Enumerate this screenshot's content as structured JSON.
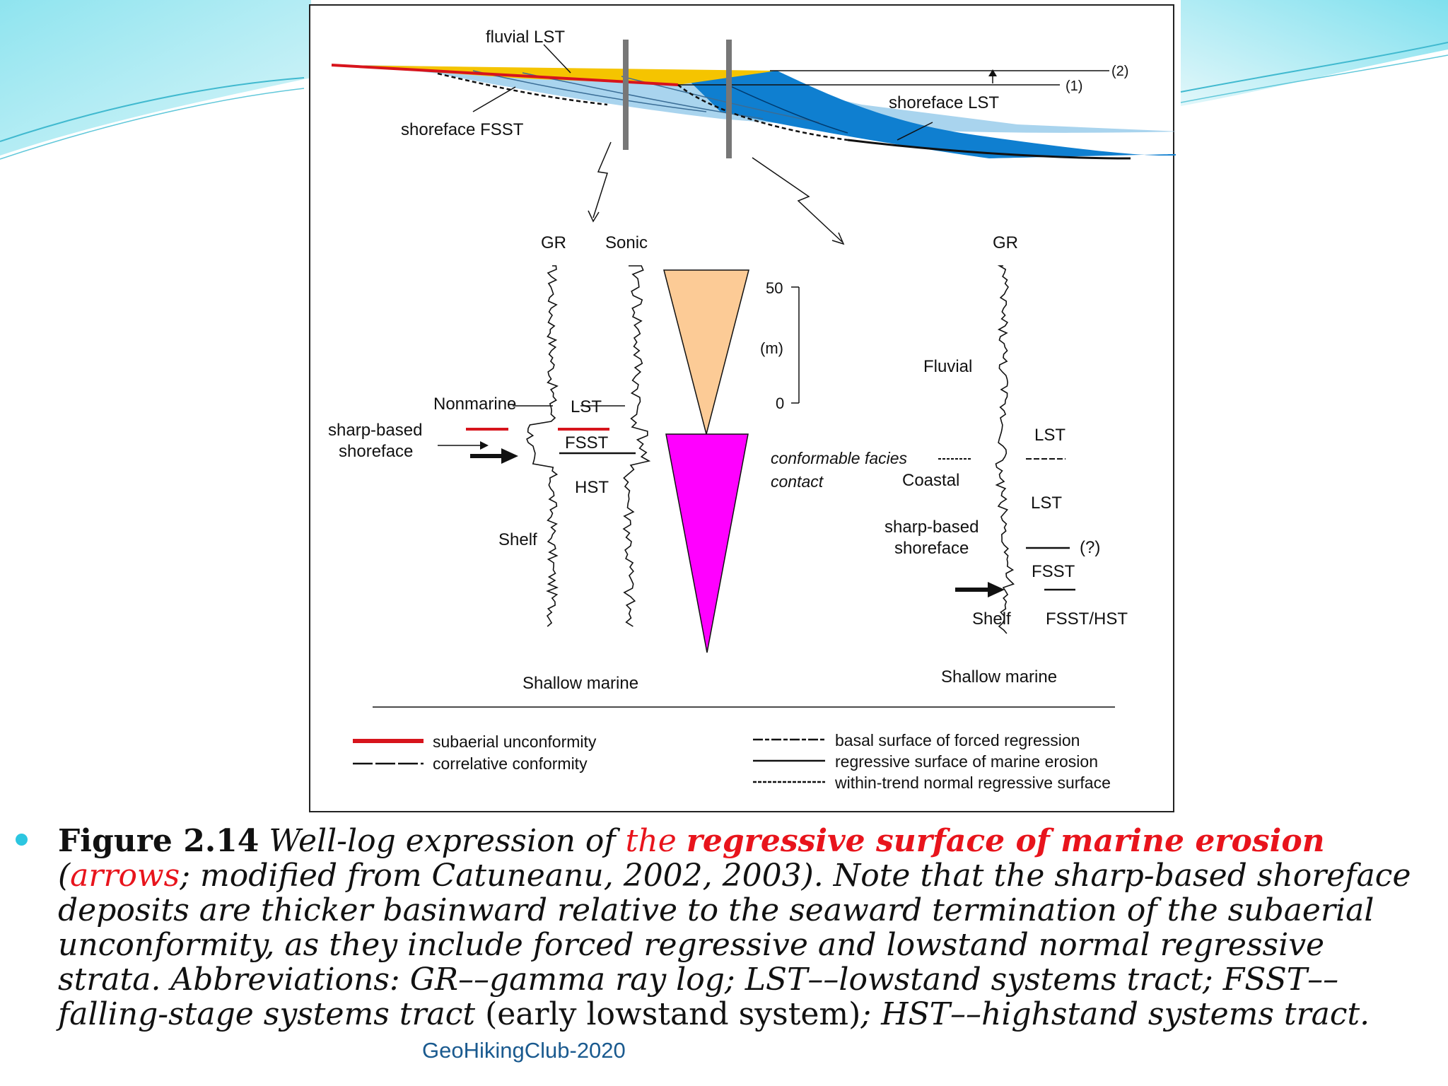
{
  "figure": {
    "top_diagram": {
      "fluvial_lst": "fluvial LST",
      "shoreface_fsst": "shoreface FSST",
      "shoreface_lst": "shoreface LST",
      "level_2": "(2)",
      "level_1": "(1)"
    },
    "left_log": {
      "gr": "GR",
      "sonic": "Sonic",
      "nonmarine": "Nonmarine",
      "lst": "LST",
      "fsst": "FSST",
      "hst": "HST",
      "shelf": "Shelf",
      "sharp_based_1": "sharp-based",
      "sharp_based_2": "shoreface",
      "environment": "Shallow marine"
    },
    "scale": {
      "top": "50",
      "unit": "(m)",
      "bottom": "0"
    },
    "right_log": {
      "gr": "GR",
      "fluvial": "Fluvial",
      "lst_upper": "LST",
      "conformable_1": "conformable facies",
      "conformable_2": "contact",
      "coastal": "Coastal",
      "lst_lower": "LST",
      "sharp_based_1": "sharp-based",
      "sharp_based_2": "shoreface",
      "question": "(?)",
      "fsst": "FSST",
      "shelf": "Shelf",
      "fsst_hst": "FSST/HST",
      "environment": "Shallow marine"
    },
    "legend": {
      "subaerial": "subaerial unconformity",
      "correlative": "correlative conformity",
      "basal": "basal surface of forced regression",
      "regressive": "regressive surface of marine erosion",
      "within_trend": "within-trend normal regressive surface"
    },
    "colors": {
      "fluvial": "#f5c400",
      "shoreface_fsst": "#a9d4ee",
      "shoreface_lst": "#0f7fd0",
      "unconformity": "#d7141c",
      "regressive_triangle": "#fccb96",
      "transgressive_triangle": "#ff00ff"
    }
  },
  "caption": {
    "label": "Figure 2.14",
    "part1": " Well-log expression of ",
    "the": "the ",
    "highlight": "regressive surface of marine erosion",
    "part2": " (",
    "arrows": "arrows",
    "part3": "; modified from Catuneanu, 2002, 2003). Note that the sharp-based shoreface deposits are thicker basinward relative to the seaward termination of the subaerial unconformity, as they include forced regressive and lowstand normal regressive strata. Abbreviations: GR––gamma ray log; LST––lowstand systems tract; FSST––falling-stage systems tract",
    "part4": " (early lowstand system)",
    "part5": "; HST––highstand systems tract."
  },
  "credit": "GeoHikingClub-2020"
}
